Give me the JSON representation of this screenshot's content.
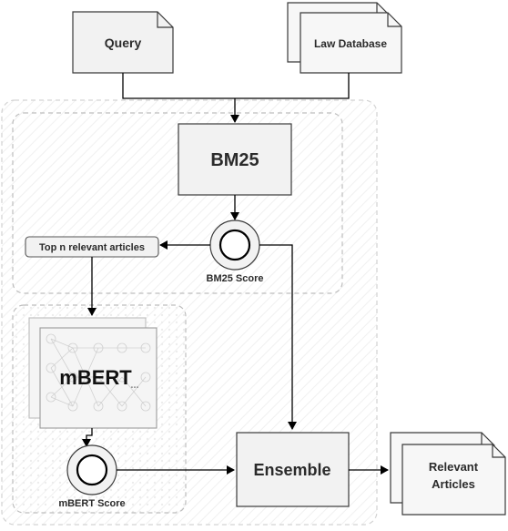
{
  "nodes": {
    "query": "Query",
    "law_database": "Law Database",
    "bm25": "BM25",
    "bm25_score": "BM25 Score",
    "top_n": "Top n relevant articles",
    "mbert": "mBERT",
    "mbert_ellipsis": "...",
    "mbert_score": "mBERT Score",
    "ensemble": "Ensemble",
    "relevant_articles_line1": "Relevant",
    "relevant_articles_line2": "Articles"
  },
  "colors": {
    "box_fill": "#f2f2f2",
    "box_stroke": "#3a3a3a",
    "edge": "#000000",
    "dashed_group": "#c8c8c8"
  }
}
